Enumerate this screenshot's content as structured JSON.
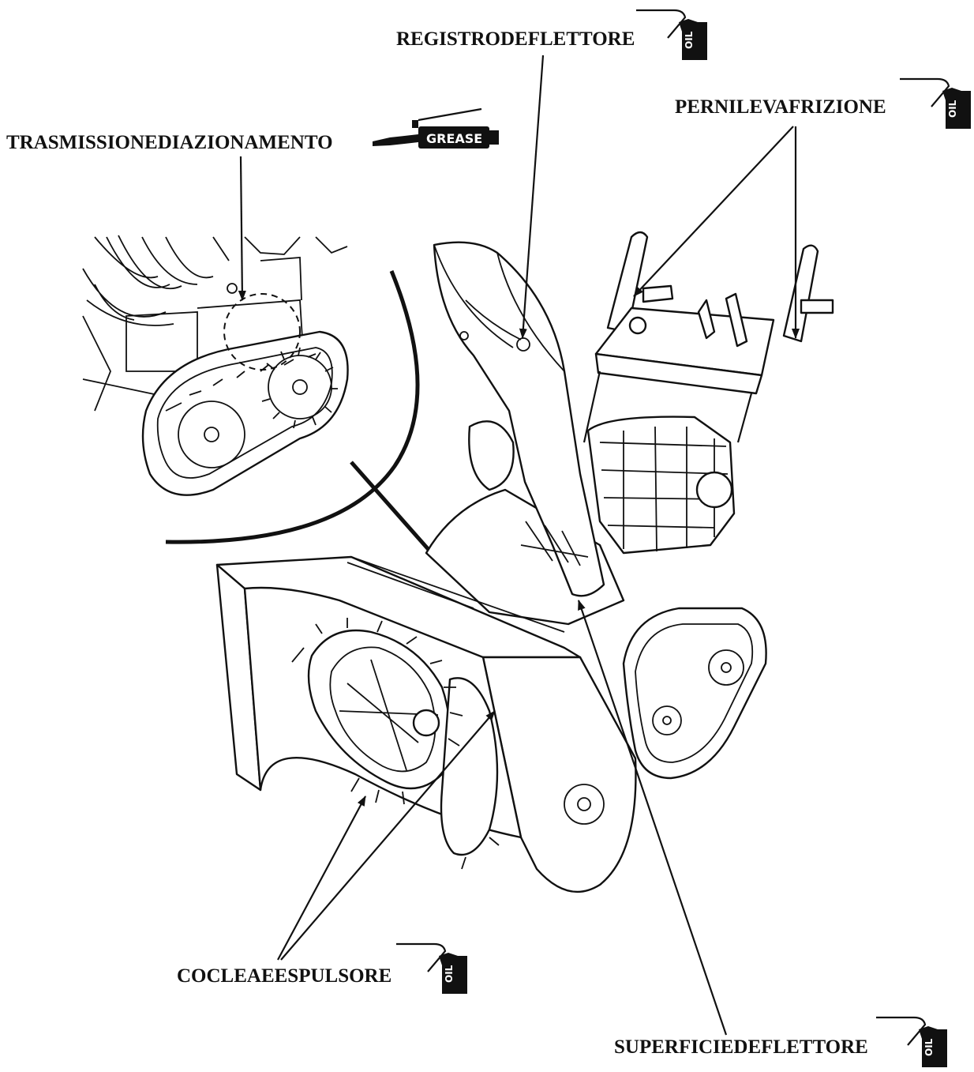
{
  "labels": {
    "deflector_adjuster": "REGISTRODEFLETTORE",
    "clutch_lever_pivots": "PERNILEVAFRIZIONE",
    "drive_transmission": "TRASMISSIONEDIAZIONAMENTO",
    "auger_impeller": "COCLEAEESPULSORE",
    "deflector_surface": "SUPERFICIEDEFLETTORE"
  },
  "icons": {
    "oil_can_text": "OIL",
    "grease_gun_text": "GREASE"
  },
  "colors": {
    "ink": "#111111",
    "background": "#ffffff"
  }
}
